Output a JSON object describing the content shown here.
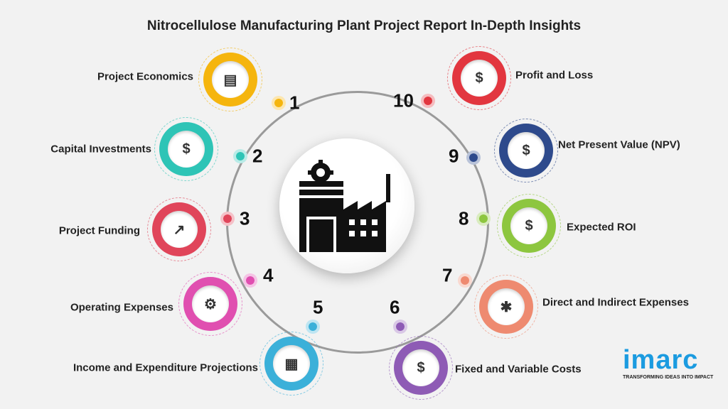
{
  "title": "Nitrocellulose Manufacturing Plant Project Report In-Depth Insights",
  "center_icon": "factory-gear-icon",
  "items": [
    {
      "number": "1",
      "label": "Project Economics",
      "color": "#f5b50e",
      "icon": "report-chart-icon",
      "glyph": "▤"
    },
    {
      "number": "2",
      "label": "Capital Investments",
      "color": "#2ec4b6",
      "icon": "money-bag-hand-icon",
      "glyph": "$"
    },
    {
      "number": "3",
      "label": "Project Funding",
      "color": "#e0455a",
      "icon": "growth-chart-dollar-icon",
      "glyph": "↗"
    },
    {
      "number": "4",
      "label": "Operating Expenses",
      "color": "#e04fb0",
      "icon": "dollar-gear-icon",
      "glyph": "⚙"
    },
    {
      "number": "5",
      "label": "Income and Expenditure Projections",
      "color": "#3bb0d9",
      "icon": "presentation-board-icon",
      "glyph": "▦"
    },
    {
      "number": "6",
      "label": "Fixed and Variable Costs",
      "color": "#8e5bb5",
      "icon": "receipt-dollar-icon",
      "glyph": "$"
    },
    {
      "number": "7",
      "label": "Direct and Indirect Expenses",
      "color": "#ee8a70",
      "icon": "dollar-network-icon",
      "glyph": "✱"
    },
    {
      "number": "8",
      "label": "Expected ROI",
      "color": "#8dc63f",
      "icon": "dollar-cycle-icon",
      "glyph": "$"
    },
    {
      "number": "9",
      "label": "Net Present Value (NPV)",
      "color": "#2e4a8c",
      "icon": "money-bag-clipboard-icon",
      "glyph": "$"
    },
    {
      "number": "10",
      "label": "Profit and Loss",
      "color": "#e2363f",
      "icon": "dollar-arrows-icon",
      "glyph": "$"
    }
  ],
  "logo": {
    "brand": "imarc",
    "tagline": "TRANSFORMING IDEAS INTO IMPACT"
  }
}
